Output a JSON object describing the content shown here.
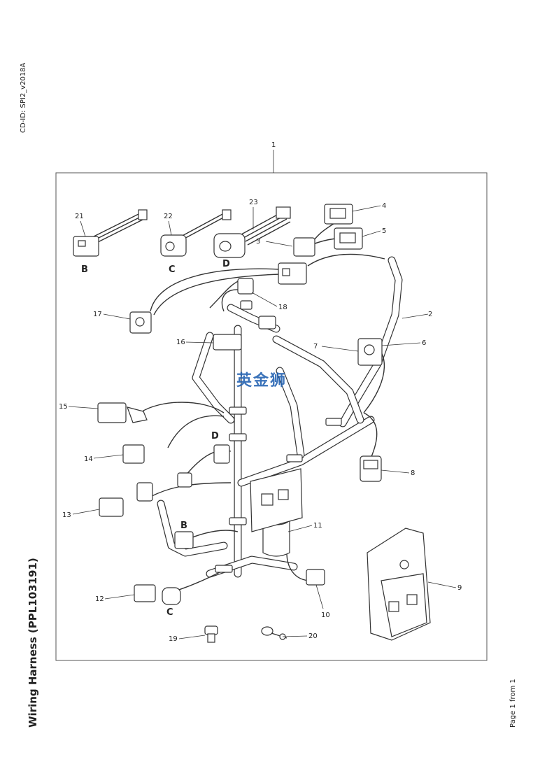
{
  "header": {
    "cd_id": "CD-ID: SPI2_v2018A"
  },
  "footer": {
    "title": "Wiring Harness (PPL103191)",
    "page": "Page 1 from 1"
  },
  "watermark": "英金狮",
  "callouts": [
    "1",
    "2",
    "3",
    "4",
    "5",
    "6",
    "7",
    "8",
    "9",
    "10",
    "11",
    "12",
    "13",
    "14",
    "15",
    "16",
    "17",
    "18",
    "19",
    "20",
    "21",
    "22",
    "23"
  ],
  "connector_labels": [
    "B",
    "C",
    "D",
    "D",
    "B",
    "C"
  ],
  "colors": {
    "line": "#333333",
    "watermark": "#1f5fb0"
  }
}
